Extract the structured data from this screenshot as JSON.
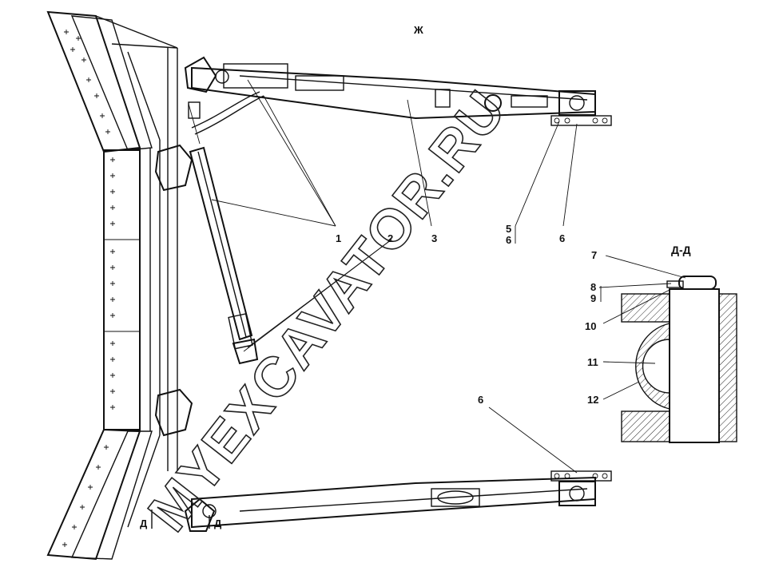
{
  "view_label": "Ж",
  "section_label": "Д-Д",
  "section_mark_left": "Д",
  "section_mark_right": "Д",
  "callouts": {
    "c1": "1",
    "c2": "2",
    "c3": "3",
    "c5": "5",
    "c6a": "6",
    "c6b": "6",
    "c6c": "6",
    "c7": "7",
    "c8": "8",
    "c9": "9",
    "c10": "10",
    "c11": "11",
    "c12": "12"
  },
  "watermark": "MYEXCAVATOR.RU"
}
